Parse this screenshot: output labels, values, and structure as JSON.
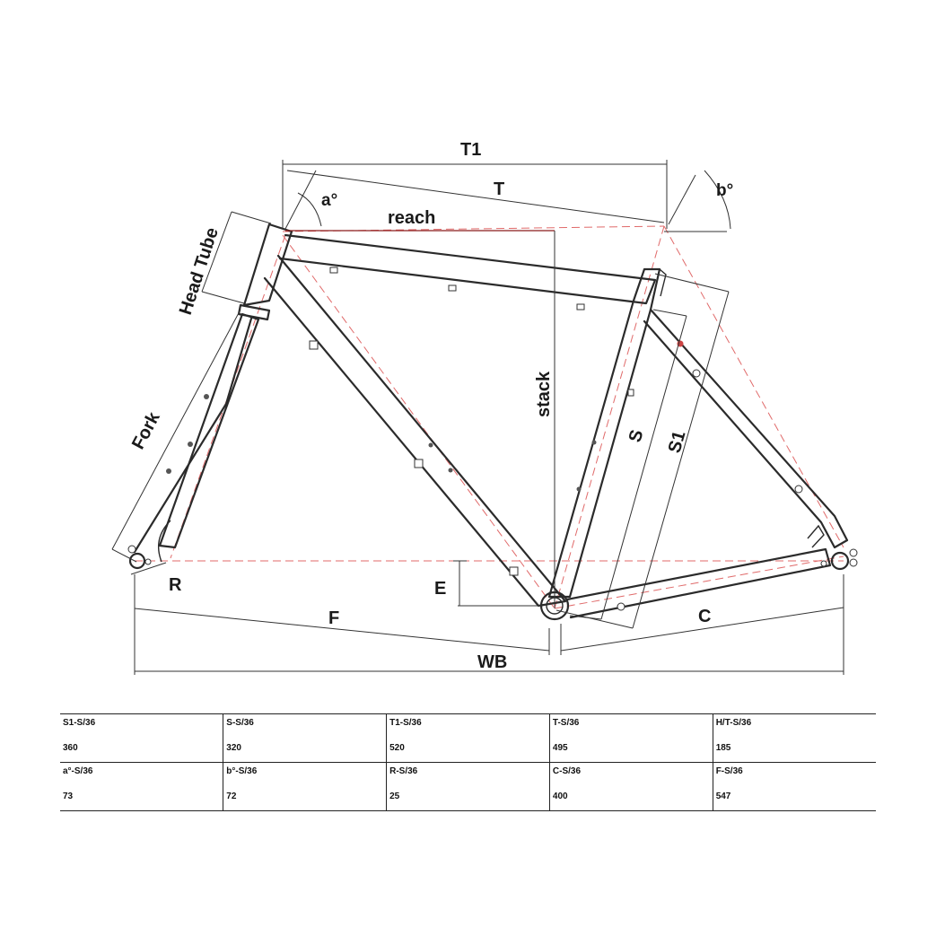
{
  "labels": {
    "t1": "T1",
    "t": "T",
    "reach": "reach",
    "a_angle": "a°",
    "b_angle": "b°",
    "head_tube": "Head Tube",
    "fork": "Fork",
    "stack": "stack",
    "s": "S",
    "s1": "S1",
    "r": "R",
    "e": "E",
    "f": "F",
    "c": "C",
    "wb": "WB"
  },
  "table": {
    "rows": [
      [
        {
          "label": "S1-S/36",
          "value": "360"
        },
        {
          "label": "S-S/36",
          "value": "320"
        },
        {
          "label": "T1-S/36",
          "value": "520"
        },
        {
          "label": "T-S/36",
          "value": "495"
        },
        {
          "label": "H/T-S/36",
          "value": "185"
        }
      ],
      [
        {
          "label": "a°-S/36",
          "value": "73"
        },
        {
          "label": "b°-S/36",
          "value": "72"
        },
        {
          "label": "R-S/36",
          "value": "25"
        },
        {
          "label": "C-S/36",
          "value": "400"
        },
        {
          "label": "F-S/36",
          "value": "547"
        }
      ]
    ]
  }
}
